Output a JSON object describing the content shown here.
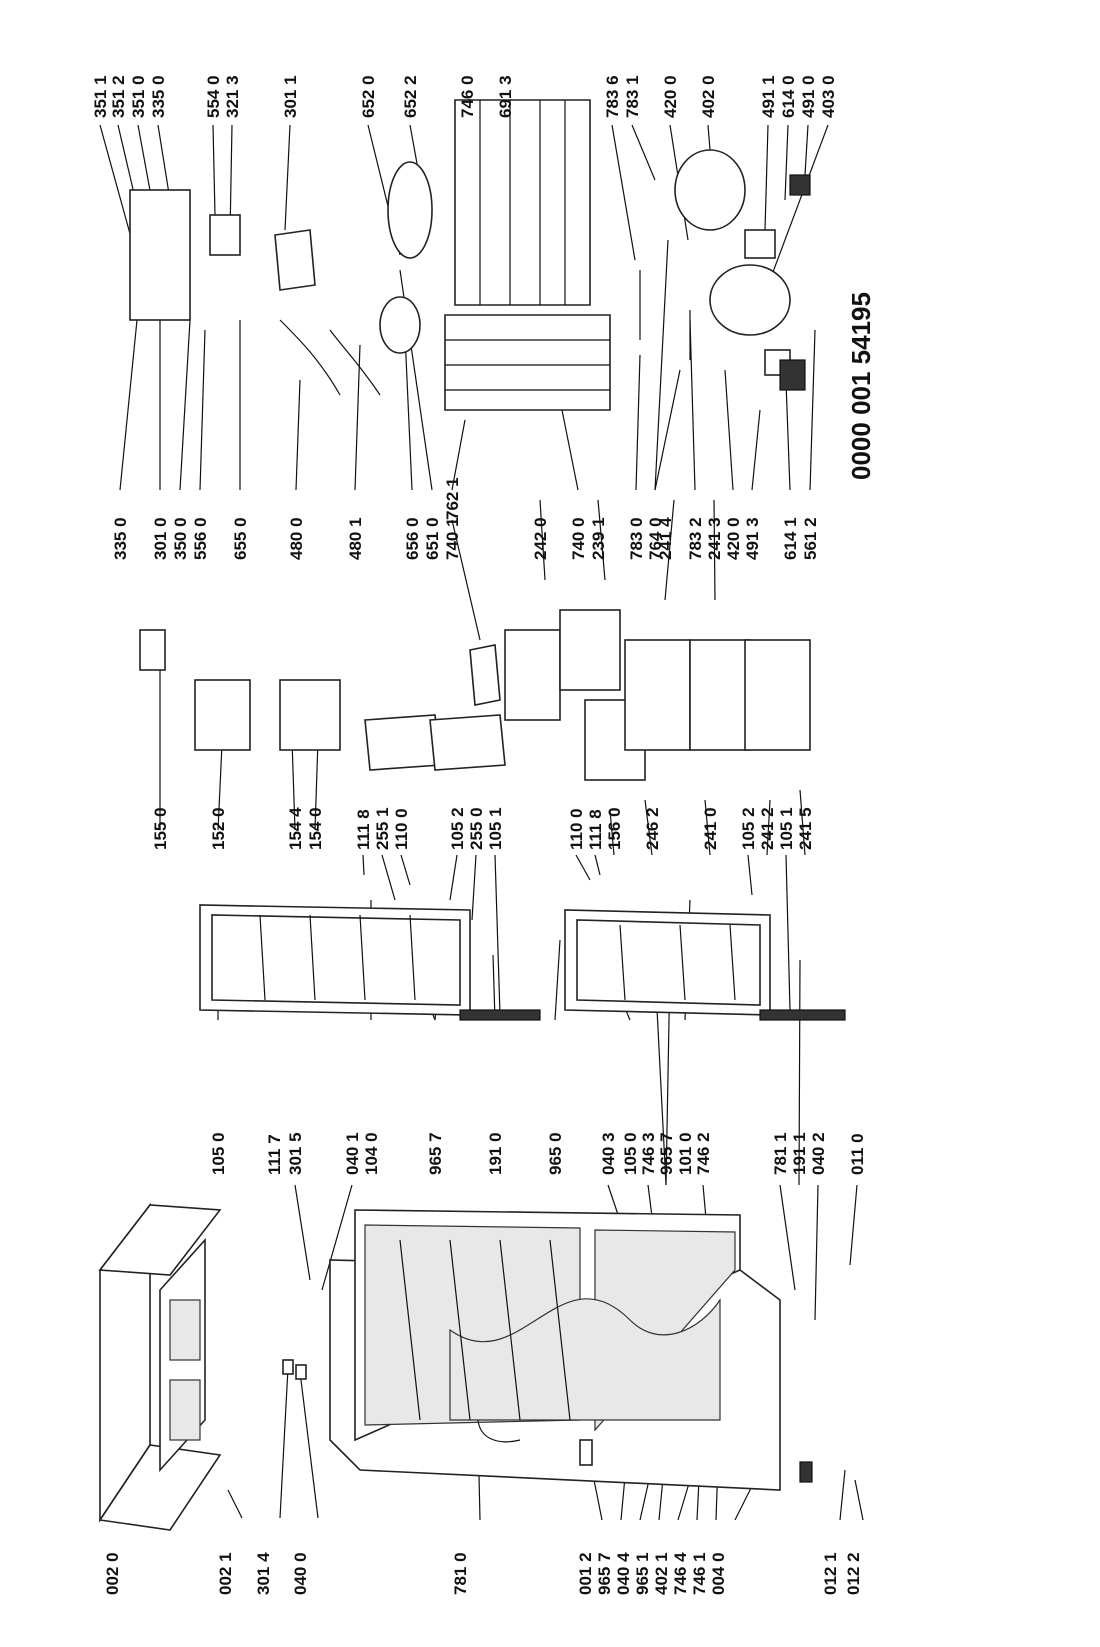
{
  "document_number": "0000 001 54195",
  "groups": {
    "g1": [
      "002 0",
      "002 1",
      "301 4",
      "040 0"
    ],
    "g2": [
      "781 0",
      "001 2",
      "965 7",
      "040 4",
      "965 1",
      "402 1",
      "746 4",
      "746 1",
      "004 0"
    ],
    "g3": [
      "012 1",
      "012 2"
    ],
    "g4": [
      "105 0",
      "111 7",
      "301 5",
      "040 1",
      "104 0",
      "965 7",
      "191 0",
      "965 0",
      "040 3",
      "105 0",
      "746 3",
      "965 7",
      "101 0",
      "746 2",
      "781 1",
      "191 1",
      "040 2",
      "011 0"
    ],
    "g5": [
      "111 8",
      "255 1",
      "110 0",
      "105 2",
      "255 0",
      "105 1"
    ],
    "g6": [
      "110 0",
      "111 8",
      "156 0",
      "246 2",
      "241 0",
      "105 2",
      "241 2",
      "105 1",
      "241 5"
    ],
    "g7": [
      "155 0",
      "152 0",
      "154 4",
      "154 0"
    ],
    "g8": [
      "335 0",
      "301 0",
      "350 0",
      "556 0",
      "655 0",
      "480 0",
      "480 1",
      "656 0",
      "651 0",
      "740 1",
      "242 0",
      "740 0",
      "239 1",
      "783 0",
      "764 0",
      "241 4",
      "783 2",
      "241 3",
      "420 0",
      "491 3",
      "614 1",
      "561 2"
    ],
    "g9": [
      "351 1",
      "351 2",
      "351 0",
      "335 0",
      "554 0",
      "321 3",
      "301 1",
      "652 0",
      "652 2",
      "746 0",
      "691 3",
      "783 6",
      "783 1",
      "420 0",
      "402 0",
      "491 1",
      "614 0",
      "491 0",
      "403 0"
    ],
    "g10": [
      "762 1"
    ]
  }
}
